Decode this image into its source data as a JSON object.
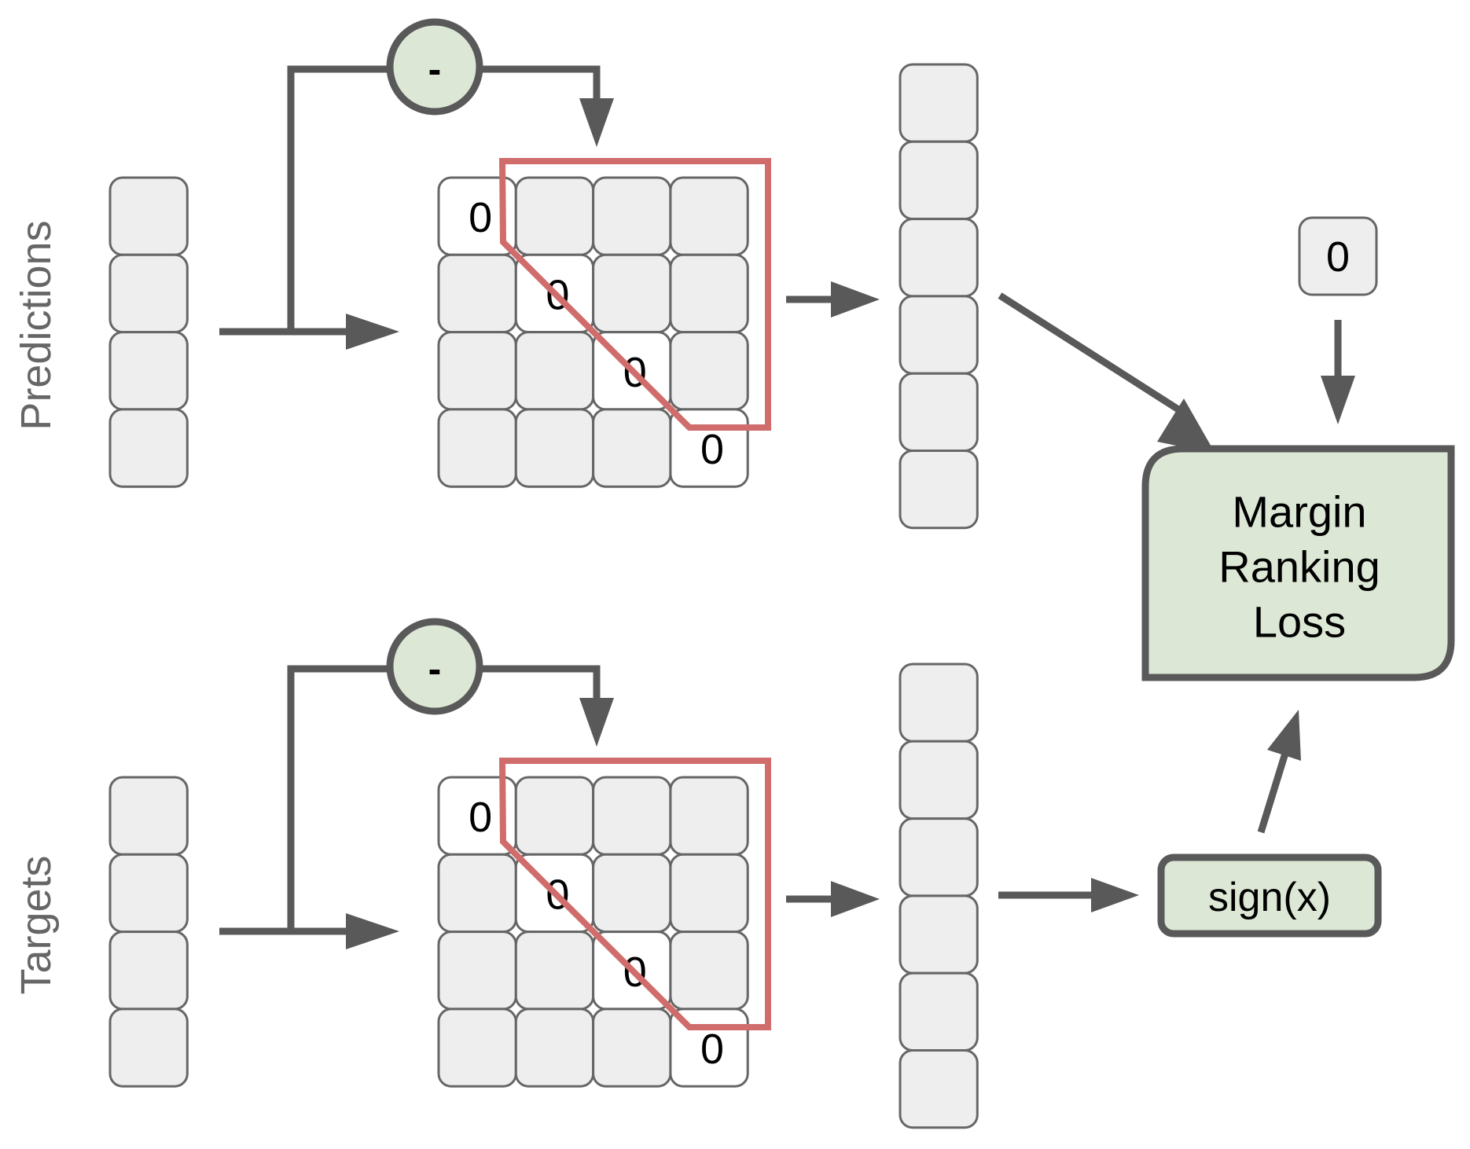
{
  "rows": [
    {
      "id": "predictions",
      "label": "Predictions",
      "input_length": 4,
      "operation": "-",
      "matrix_size": 4,
      "diagonal_value": "0",
      "output_length": 6
    },
    {
      "id": "targets",
      "label": "Targets",
      "input_length": 4,
      "operation": "-",
      "matrix_size": 4,
      "diagonal_value": "0",
      "output_length": 6
    }
  ],
  "margin_input": "0",
  "loss_box": {
    "lines": [
      "Margin",
      "Ranking",
      "Loss"
    ]
  },
  "sign_box": {
    "label": "sign(x)"
  },
  "colors": {
    "cell_fill": "#eeeeee",
    "cell_stroke": "#666666",
    "wire": "#595959",
    "op_fill": "#dce8d5",
    "mask": "#d06c6c",
    "label": "#666666"
  }
}
